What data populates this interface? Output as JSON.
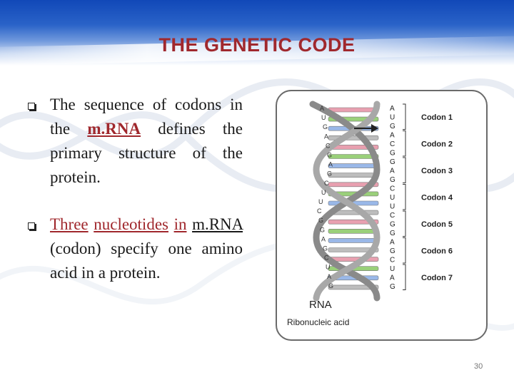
{
  "slide": {
    "title": "THE GENETIC CODE",
    "page_number": "30"
  },
  "bullets": [
    {
      "p1": "The sequence of codons in the ",
      "em": "m.RNA",
      "p2": " defines the primary structure of the protein."
    },
    {
      "u1": "Three",
      "sp1": " ",
      "u2": "nucleotides",
      "sp2": " ",
      "u3": "in",
      "sp3": " ",
      "u4": "m.RNA",
      "p2": " (codon) specify one amino acid in a protein."
    }
  ],
  "figure": {
    "strand_label": "RNA",
    "caption": "Ribonucleic acid",
    "left_bases": [
      "A",
      "U",
      "G",
      "A",
      "C",
      "G",
      "A",
      "G",
      "C",
      "U",
      "U",
      "C",
      "G",
      "G",
      "A",
      "G",
      "C",
      "U",
      "A",
      "G"
    ],
    "right_bases": [
      "A",
      "U",
      "G",
      "A",
      "C",
      "G",
      "G",
      "A",
      "G",
      "C",
      "U",
      "U",
      "C",
      "G",
      "G",
      "A",
      "G",
      "C",
      "U",
      "A",
      "G"
    ],
    "codons": [
      "Codon 1",
      "Codon 2",
      "Codon 3",
      "Codon 4",
      "Codon 5",
      "Codon 6",
      "Codon 7"
    ],
    "rung_colors": [
      "#e8a0b0",
      "#9ad07a",
      "#9ab8e8",
      "#bdbdbd"
    ]
  }
}
